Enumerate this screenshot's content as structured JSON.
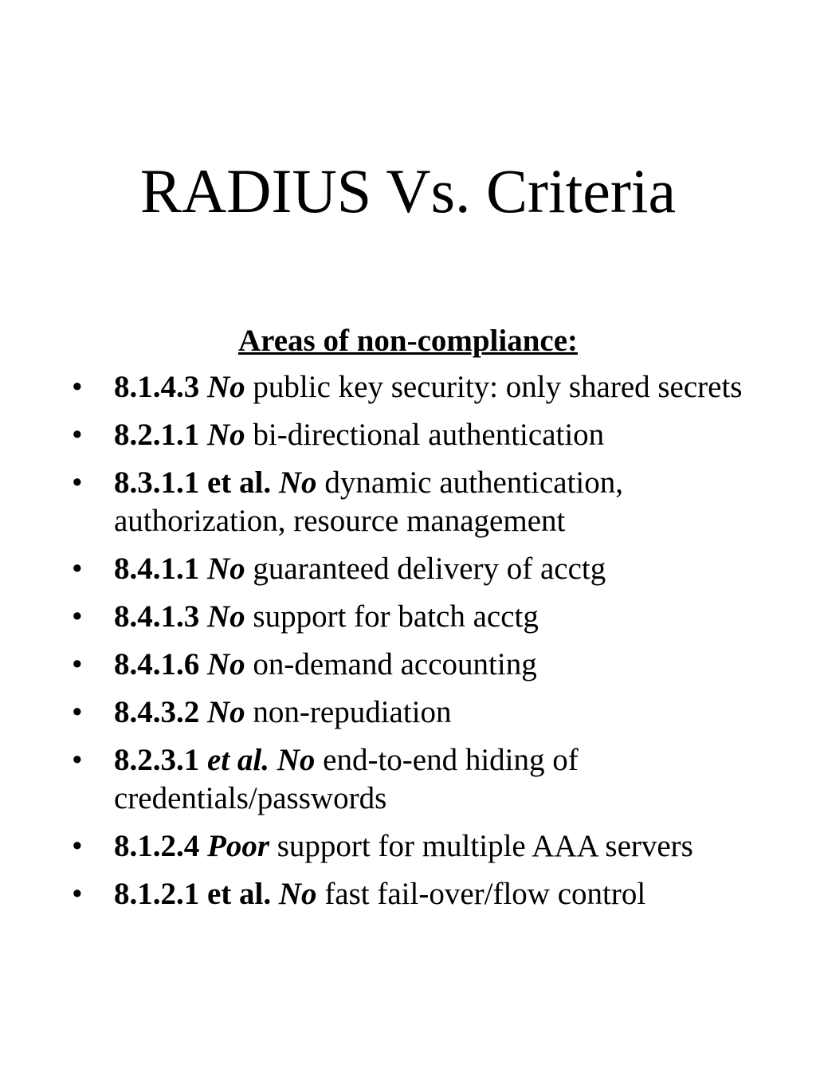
{
  "title": "RADIUS Vs. Criteria",
  "heading": "Areas of non-compliance:",
  "bullet_glyph": "•",
  "items": [
    {
      "ref": "8.1.4.3",
      "ref_extra": "",
      "verdict": "No",
      "text": "public key security: only shared secrets"
    },
    {
      "ref": "8.2.1.1",
      "ref_extra": "",
      "verdict": "No",
      "text": "bi-directional authentication"
    },
    {
      "ref": "8.3.1.1 et al.",
      "ref_extra": "",
      "verdict": "No",
      "text": "dynamic authentication, authorization, resource management"
    },
    {
      "ref": "8.4.1.1",
      "ref_extra": "",
      "verdict": "No",
      "text": "guaranteed delivery of acctg"
    },
    {
      "ref": "8.4.1.3",
      "ref_extra": "",
      "verdict": "No",
      "text": "support for batch acctg"
    },
    {
      "ref": "8.4.1.6",
      "ref_extra": "",
      "verdict": "No",
      "text": "on-demand accounting"
    },
    {
      "ref": "8.4.3.2",
      "ref_extra": "",
      "verdict": "No",
      "text": "non-repudiation"
    },
    {
      "ref": "8.2.3.1",
      "ref_extra": "et al.",
      "verdict": "No",
      "text": "end-to-end hiding of credentials/passwords"
    },
    {
      "ref": "8.1.2.4",
      "ref_extra": "",
      "verdict": "Poor",
      "text": "support for multiple AAA servers"
    },
    {
      "ref": "8.1.2.1 et al.",
      "ref_extra": "",
      "verdict": "No",
      "text": "fast fail-over/flow control"
    }
  ]
}
